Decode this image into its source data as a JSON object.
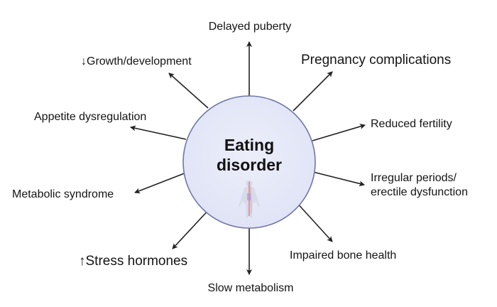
{
  "diagram": {
    "hub": {
      "title_line1": "Eating",
      "title_line2": "disorder",
      "fill": "#e4e7f8",
      "stroke": "#6f76a8",
      "icon": "human-body-icon"
    },
    "arrow_color": "#222222",
    "effects": [
      {
        "id": "delayed-puberty",
        "label": "Delayed puberty"
      },
      {
        "id": "pregnancy-complications",
        "label": "Pregnancy complications"
      },
      {
        "id": "reduced-fertility",
        "label": "Reduced fertility"
      },
      {
        "id": "irregular-periods",
        "label_line1": "Irregular periods/",
        "label_line2": "erectile dysfunction"
      },
      {
        "id": "impaired-bone-health",
        "label": "Impaired bone health"
      },
      {
        "id": "slow-metabolism",
        "label": "Slow metabolism"
      },
      {
        "id": "stress-hormones",
        "prefix": "↑",
        "label": "Stress hormones"
      },
      {
        "id": "metabolic-syndrome",
        "label": "Metabolic syndrome"
      },
      {
        "id": "appetite-dysregulation",
        "label": "Appetite dysregulation"
      },
      {
        "id": "growth-development",
        "prefix": "↓",
        "label": "Growth/development"
      }
    ]
  }
}
